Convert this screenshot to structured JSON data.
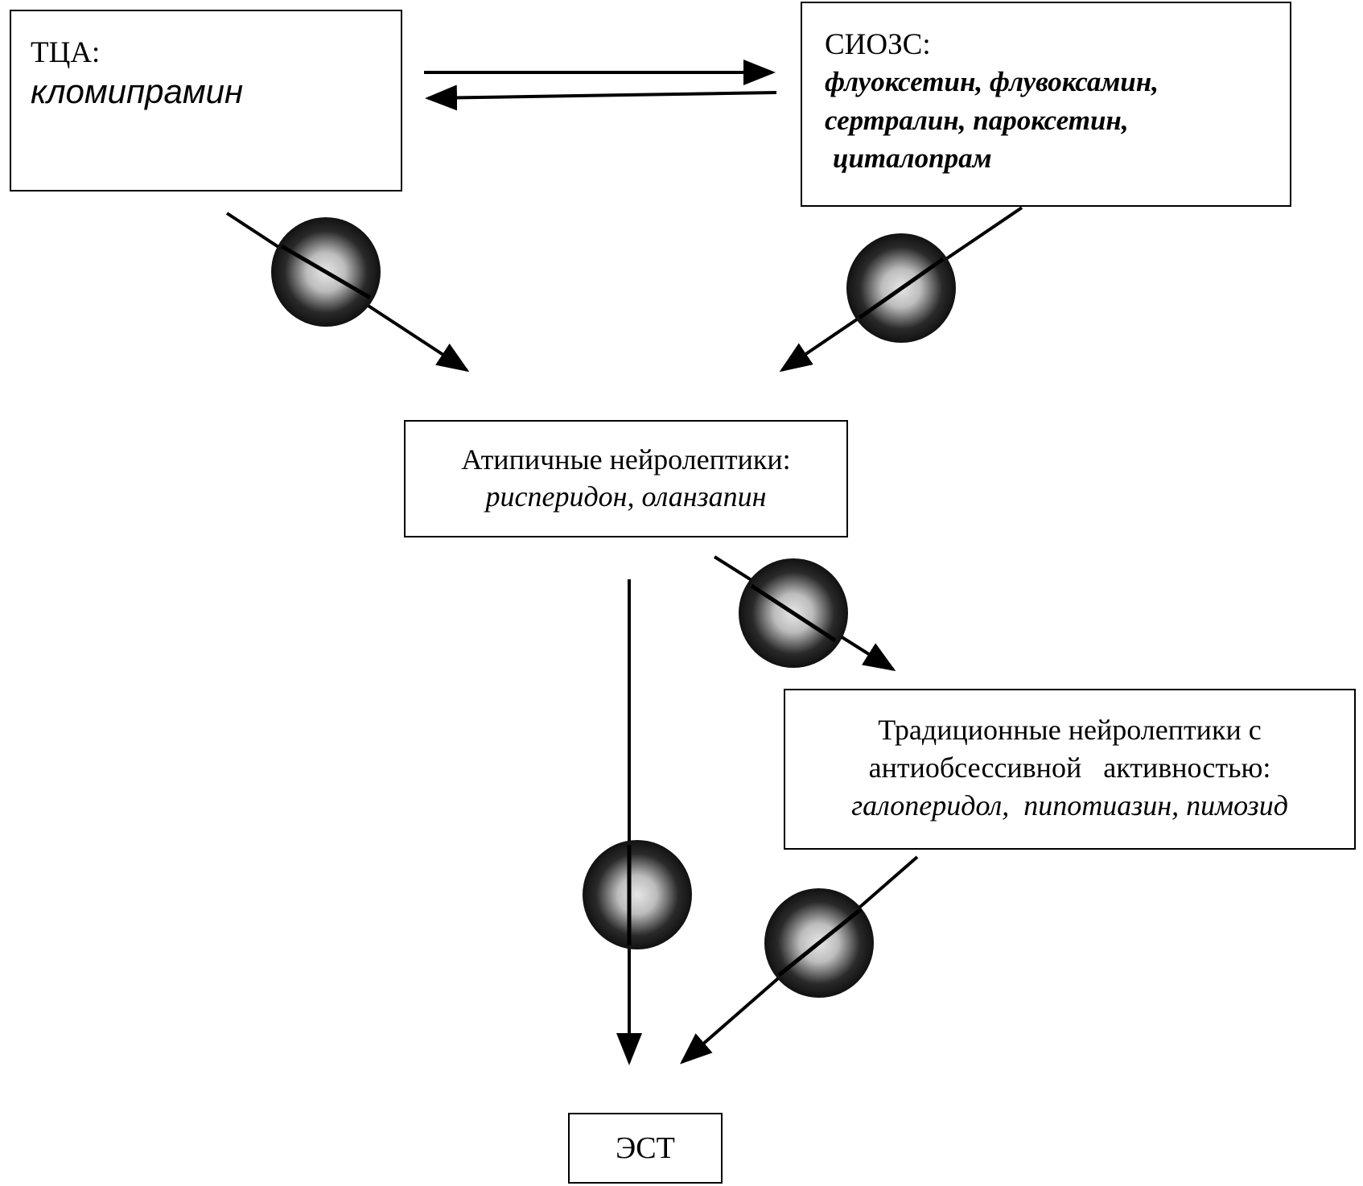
{
  "colors": {
    "line": "#000000",
    "block_fill": "#222222",
    "block_highlight": "#d9d9d9"
  },
  "nodes": {
    "tca": {
      "title": "ТЦА:",
      "drugs": "кломипрамин"
    },
    "ssri": {
      "title": "СИОЗС:",
      "drugs_line1": "флуоксетин, флувоксамин,",
      "drugs_line2": "сертралин, пароксетин,",
      "drugs_line3": "циталопрам"
    },
    "atypical": {
      "title": "Атипичные нейролептики:",
      "drugs": "рисперидон, оланзапин"
    },
    "traditional": {
      "title_line1": "Традиционные нейролептики с",
      "title_line2": "антиобсессивной   активностью:",
      "drugs": "галоперидол,  пипотиазин, пимозид"
    },
    "ect": {
      "title": "ЭСТ"
    }
  },
  "icons": {
    "blocked_transition": "blocked-transition-icon"
  }
}
